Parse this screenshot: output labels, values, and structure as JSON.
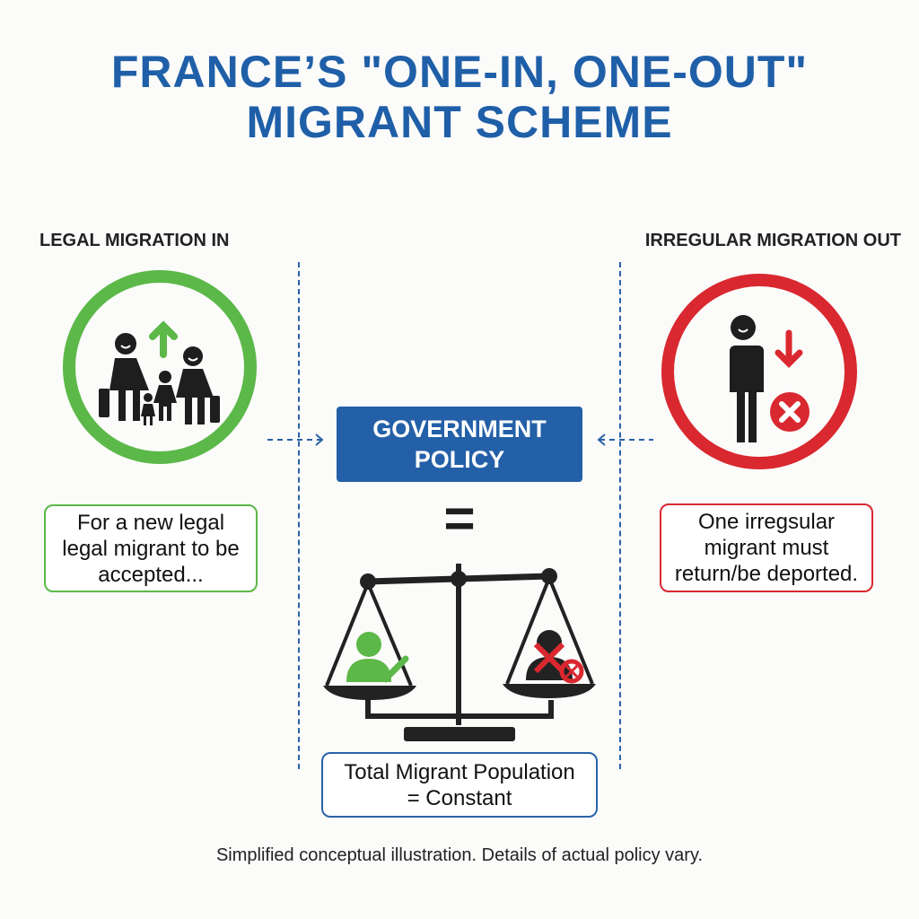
{
  "title": {
    "line1": "FRANCE’S \"ONE-IN, ONE-OUT\"",
    "line2": "MIGRANT SCHEME"
  },
  "left": {
    "heading": "LEGAL MIGRATION IN",
    "description": "For a new legal legal migrant to be accepted..."
  },
  "right": {
    "heading": "IRREGULAR MIGRATION OUT",
    "description": "One irregsular migrant must return/be deported."
  },
  "center": {
    "policy_line1": "GOVERNMENT",
    "policy_line2": "POLICY",
    "equals": "=",
    "result_line1": "Total Migrant Population",
    "result_line2": "= Constant"
  },
  "footer": "Simplified conceptual illustration. Details of actual policy vary.",
  "colors": {
    "blue": "#1f5fa8",
    "green": "#5cb848",
    "red": "#d9282f"
  }
}
